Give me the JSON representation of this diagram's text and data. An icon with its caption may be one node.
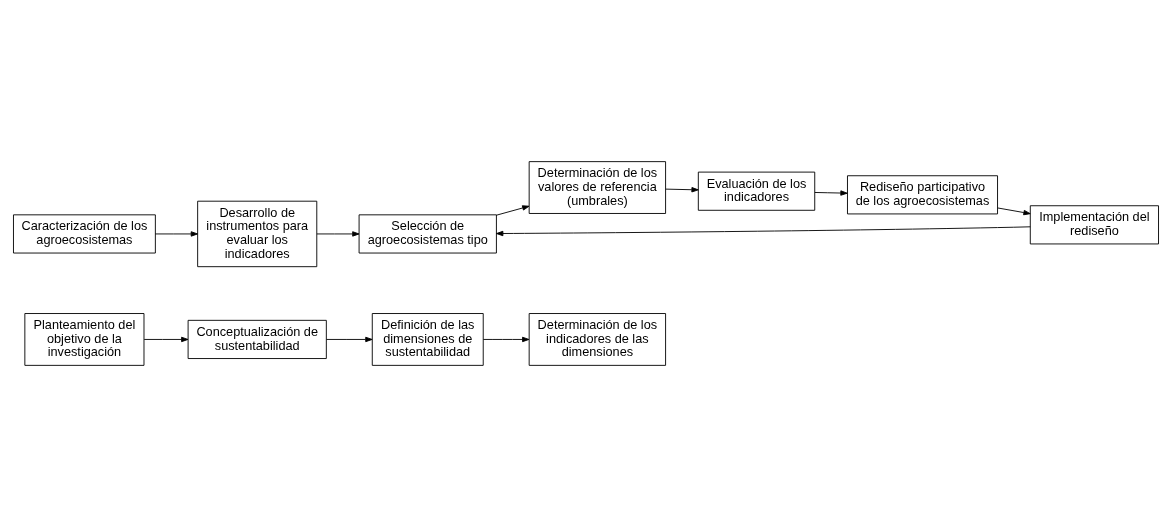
{
  "diagram": {
    "nodes": [
      {
        "text": [
          "Planteamiento del objetivo de la investigación"
        ]
      },
      {
        "text": [
          "Conceptualización de sustentabilidad"
        ]
      },
      {
        "text": [
          "Definición de las dimensiones de sustentabilidad"
        ]
      },
      {
        "text": [
          "Determinación de los indicadores de las dimensiones"
        ]
      },
      {
        "text": [
          "Caracterización de los agroecosistemas"
        ]
      },
      {
        "text": [
          "Desarrollo de instrumentos para evaluar los indicadores"
        ]
      },
      {
        "text": [
          "Selección de agroecosistemas tipo"
        ]
      },
      {
        "text": [
          "Determinación de los valores de referencia (umbrales)"
        ]
      },
      {
        "text": [
          "Evaluación de los indicadores"
        ]
      },
      {
        "text": [
          "Rediseño participativo de los agroecosistemas"
        ]
      },
      {
        "text": [
          "Implementación del rediseño"
        ]
      }
    ],
    "edges": [
      {
        "from": 0,
        "to": 1,
        "arrow": "to"
      },
      {
        "from": 1,
        "to": 2,
        "arrow": "to"
      },
      {
        "from": 2,
        "to": 3,
        "arrow": "to"
      },
      {
        "from": 4,
        "to": 5,
        "arrow": "to"
      },
      {
        "from": 5,
        "to": 6,
        "arrow": "to"
      },
      {
        "from": 6,
        "to": 7,
        "arrow": "to"
      },
      {
        "from": 7,
        "to": 8,
        "arrow": "to"
      },
      {
        "from": 8,
        "to": 9,
        "arrow": "to"
      },
      {
        "from": 9,
        "to": 10,
        "arrow": "to"
      },
      {
        "from": 10,
        "to": 6,
        "arrow": "to"
      }
    ]
  }
}
